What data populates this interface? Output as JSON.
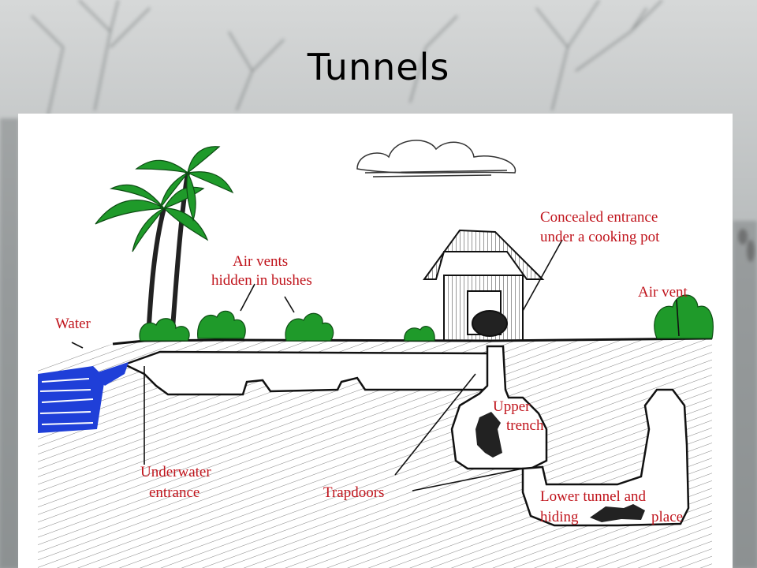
{
  "slide": {
    "title": "Tunnels"
  },
  "diagram": {
    "labels": {
      "water": "Water",
      "air_vents_1": "Air vents",
      "air_vents_2": "hidden in bushes",
      "concealed_1": "Concealed entrance",
      "concealed_2": "under a cooking pot",
      "air_vent": "Air vent",
      "upper_1": "Upper",
      "upper_2": "trench",
      "underwater_1": "Underwater",
      "underwater_2": "entrance",
      "trapdoors": "Trapdoors",
      "lower_1": "Lower tunnel and",
      "lower_2a": "hiding",
      "lower_2b": "place"
    },
    "colors": {
      "label": "#c0141c",
      "foliage": "#1f9a2a",
      "water": "#1f3fd8",
      "ink": "#1a1a1a"
    }
  }
}
